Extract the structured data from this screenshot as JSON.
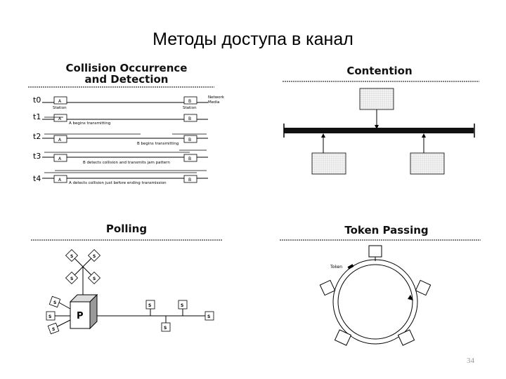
{
  "slide": {
    "title": "Методы доступа в канал",
    "page_number": "34"
  },
  "collision": {
    "title_line1": "Collision Occurrence",
    "title_line2": "and Detection",
    "time_labels": [
      "t0",
      "t1",
      "t2",
      "t3",
      "t4"
    ],
    "station_a": "A",
    "station_b": "B",
    "station_label": "Station",
    "network_label_1": "Network",
    "network_label_2": "Media",
    "events": [
      "A begins transmitting",
      "B begins transmitting",
      "B detects collision and transmits jam pattern",
      "A detects collision just before ending transmission"
    ]
  },
  "contention": {
    "title": "Contention"
  },
  "polling": {
    "title": "Polling",
    "primary_label": "P",
    "secondary_label": "S"
  },
  "token_passing": {
    "title": "Token Passing",
    "token_label": "Token"
  }
}
